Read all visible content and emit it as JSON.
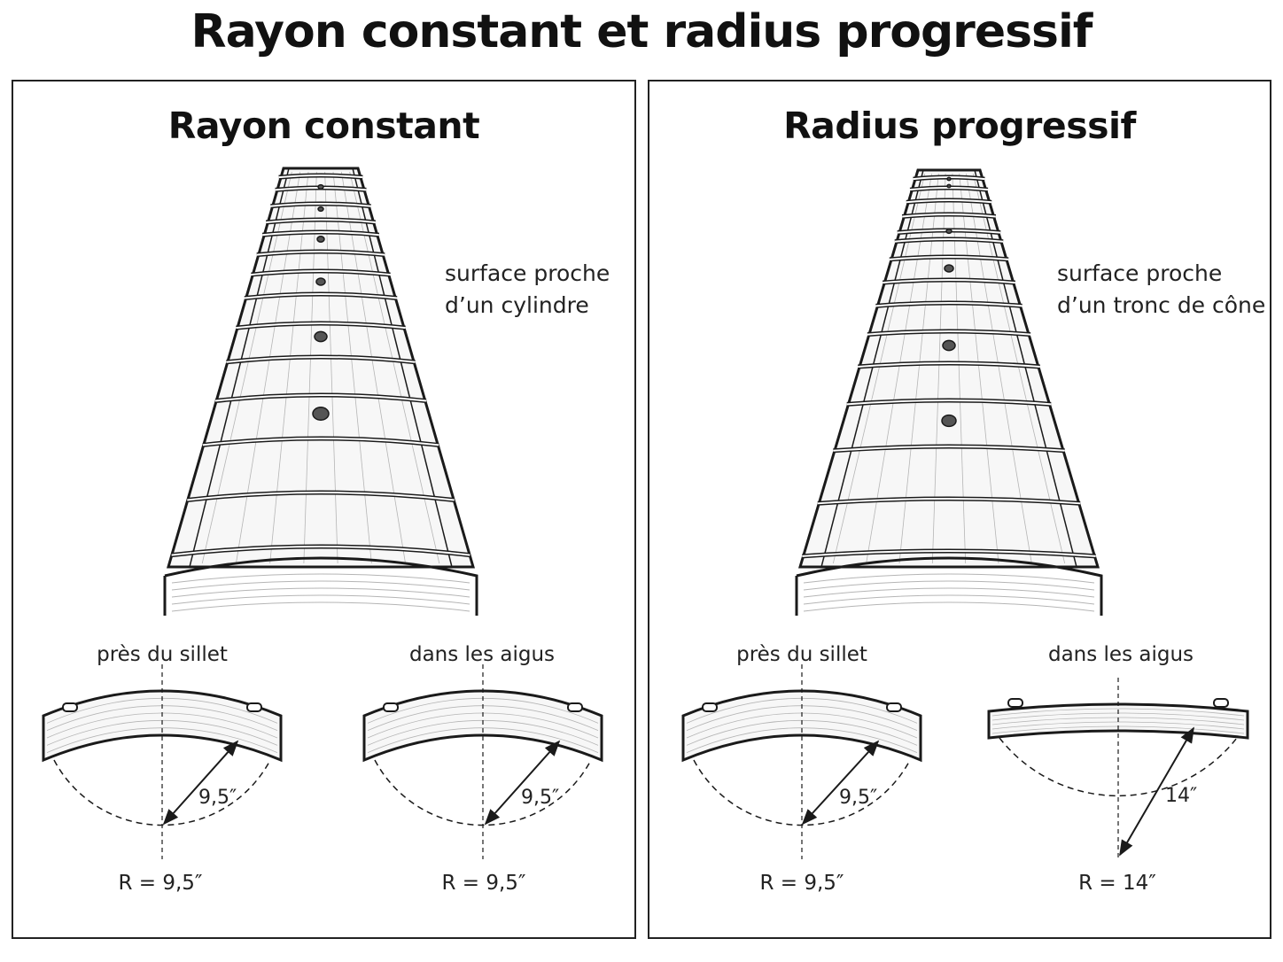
{
  "title": "Rayon constant et radius progressif",
  "panels": [
    {
      "title": "Rayon constant",
      "note": [
        "surface proche",
        "d’un cylindre"
      ],
      "sections": [
        {
          "label": "près du sillet",
          "radius_value": "9,5″",
          "caption": "R = 9,5″"
        },
        {
          "label": "dans les aigus",
          "radius_value": "9,5″",
          "caption": "R = 9,5″"
        }
      ]
    },
    {
      "title": "Radius progressif",
      "note": [
        "surface proche",
        "d’un tronc de cône"
      ],
      "sections": [
        {
          "label": "près du sillet",
          "radius_value": "9,5″",
          "caption": "R = 9,5″"
        },
        {
          "label": "dans les aigus",
          "radius_value": "14″",
          "caption": "R = 14″"
        }
      ]
    }
  ],
  "colors": {
    "line": "#1a1a1a",
    "wood": "#f7f7f7",
    "grain": "#b5b5b5",
    "inlay": "#555555"
  }
}
